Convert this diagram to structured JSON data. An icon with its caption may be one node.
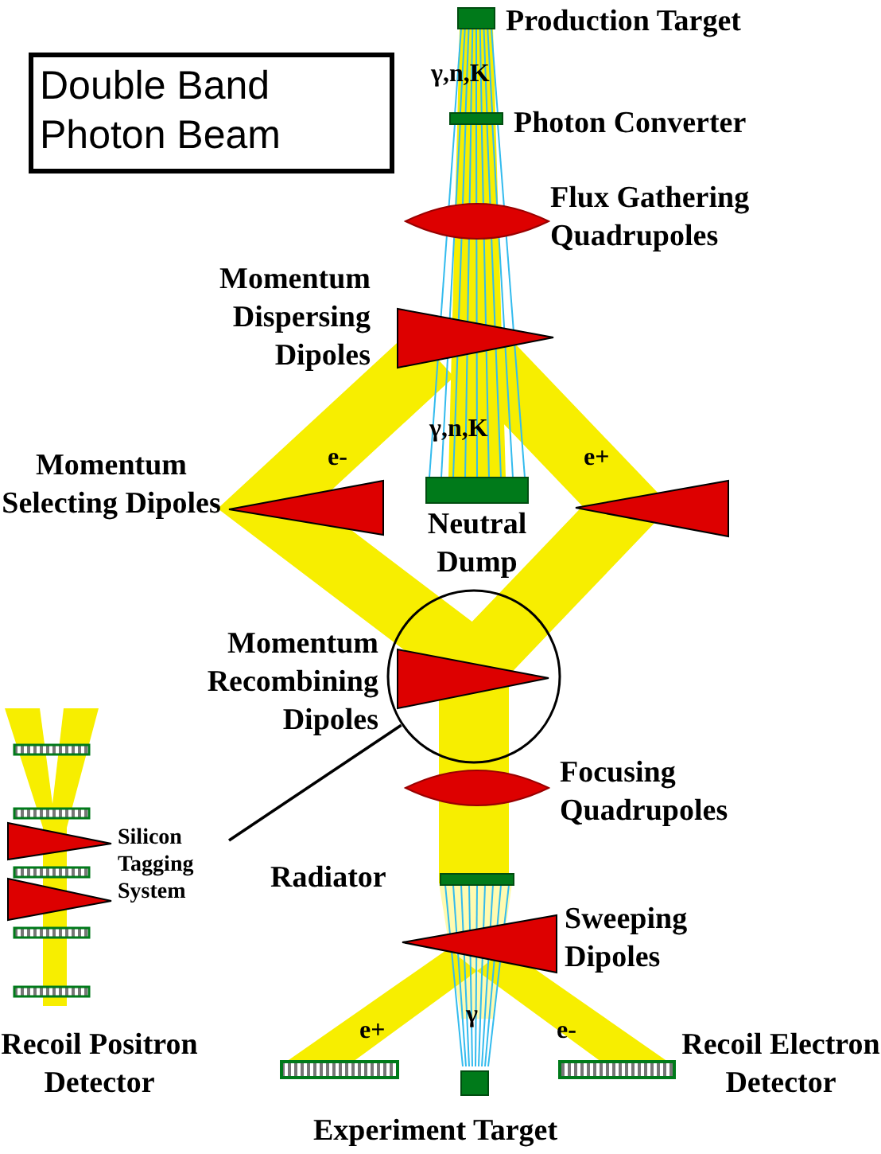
{
  "diagram": {
    "title": "Double Band Photon Beam",
    "nodes": [
      {
        "text": [
          "Silicon Tagging System"
        ]
      },
      {
        "text": [],
        "shape": "circle"
      }
    ],
    "edges": [
      {
        "from": 0,
        "to": 1,
        "arrow": "none"
      }
    ],
    "labels": [
      "Production Target",
      "γ,n,K",
      "Photon Converter",
      "Flux Gathering Quadrupoles",
      "Momentum Dispersing Dipoles",
      "e-",
      "e+",
      "γ,n,K",
      "Momentum Selecting Dipoles",
      "Neutral Dump",
      "Momentum Recombining Dipoles",
      "Focusing Quadrupoles",
      "Radiator",
      "Sweeping Dipoles",
      "e+",
      "γ",
      "e-",
      "Recoil Positron Detector",
      "Recoil Electron Detector",
      "Experiment Target"
    ]
  }
}
